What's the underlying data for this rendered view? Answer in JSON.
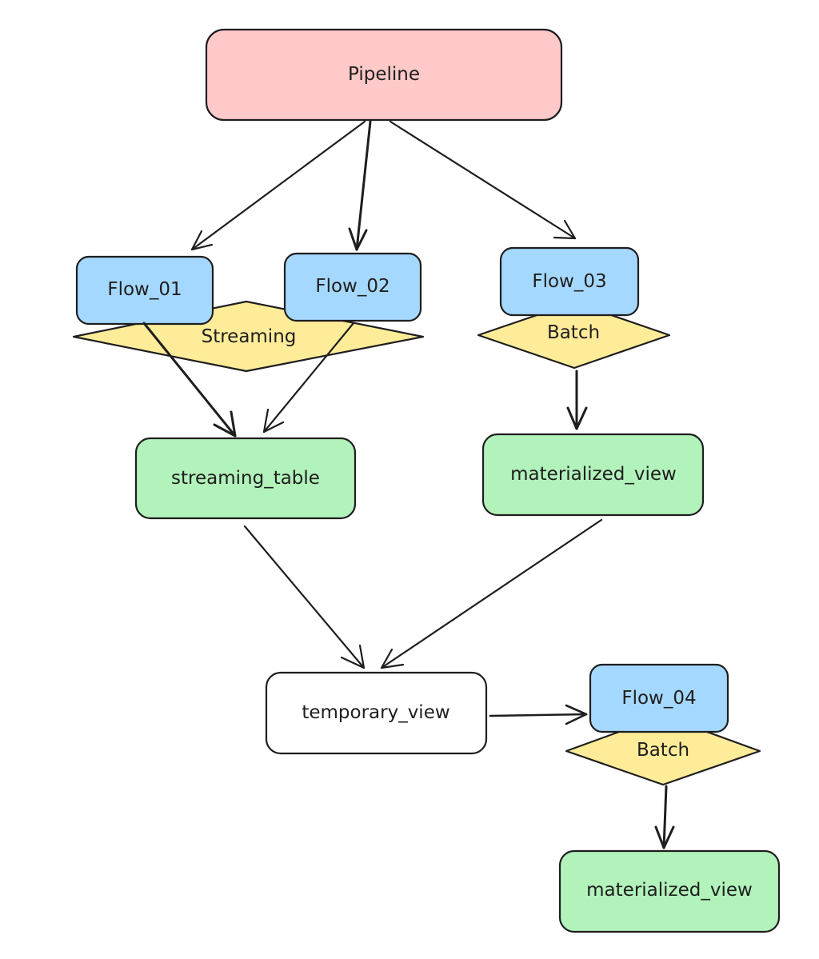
{
  "colors": {
    "pipeline": "#ffc9c9",
    "flow": "#a5d8ff",
    "mode": "#ffec99",
    "dataset": "#b2f2bb",
    "view": "#ffffff",
    "stroke": "#1e1e1e"
  },
  "nodes": {
    "pipeline": "Pipeline",
    "flow_01": "Flow_01",
    "flow_02": "Flow_02",
    "flow_03": "Flow_03",
    "flow_04": "Flow_04",
    "streaming": "Streaming",
    "batch_1": "Batch",
    "batch_2": "Batch",
    "streaming_table": "streaming_table",
    "materialized_view_1": "materialized_view",
    "temporary_view": "temporary_view",
    "materialized_view_2": "materialized_view"
  },
  "edges": [
    {
      "from": "pipeline",
      "to": "flow_01"
    },
    {
      "from": "pipeline",
      "to": "flow_02"
    },
    {
      "from": "pipeline",
      "to": "flow_03"
    },
    {
      "from": "flow_01",
      "to": "streaming_table"
    },
    {
      "from": "flow_02",
      "to": "streaming_table"
    },
    {
      "from": "flow_03",
      "to": "materialized_view_1"
    },
    {
      "from": "streaming_table",
      "to": "temporary_view"
    },
    {
      "from": "materialized_view_1",
      "to": "temporary_view"
    },
    {
      "from": "temporary_view",
      "to": "flow_04"
    },
    {
      "from": "flow_04",
      "to": "materialized_view_2"
    }
  ]
}
